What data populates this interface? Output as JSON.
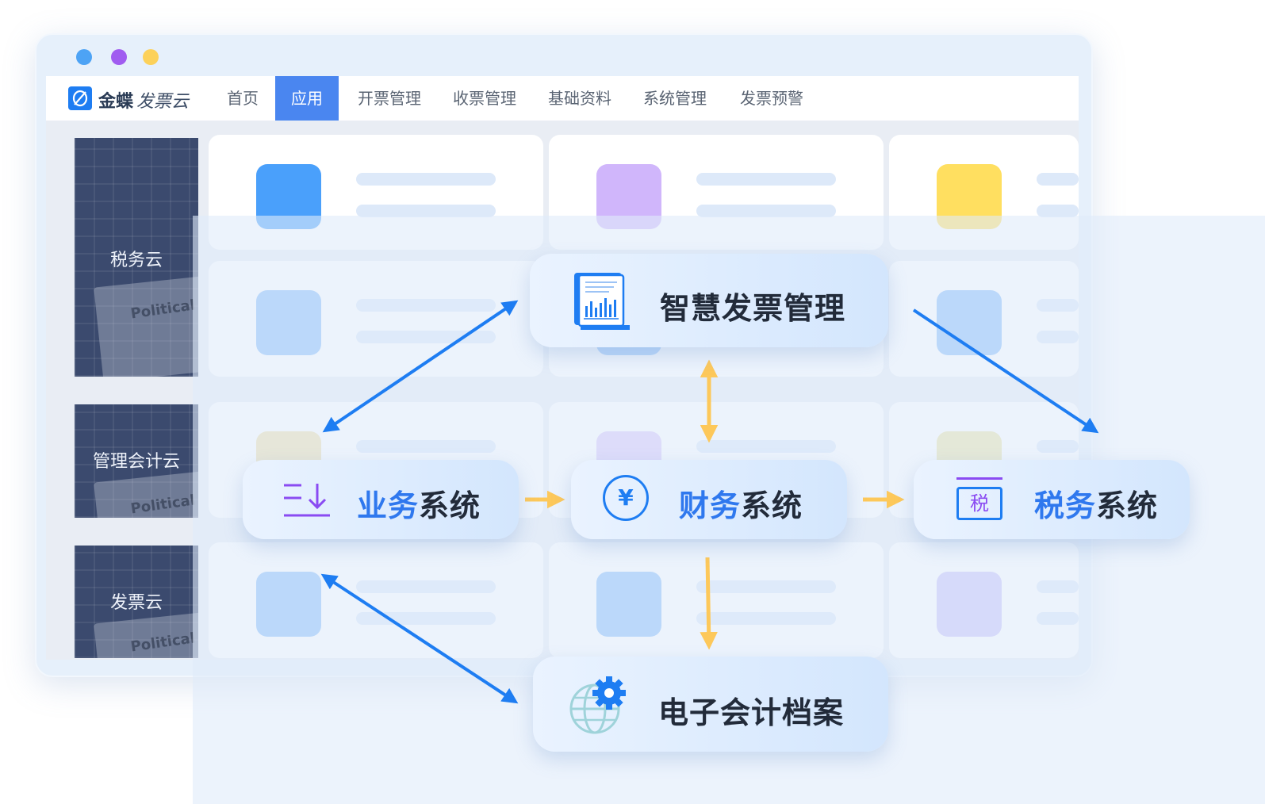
{
  "window": {
    "dots": [
      {
        "name": "window-dot-blue",
        "color": "#4da3f5"
      },
      {
        "name": "window-dot-purple",
        "color": "#a05cf0"
      },
      {
        "name": "window-dot-yellow",
        "color": "#fcd15a"
      }
    ]
  },
  "navbar": {
    "logo_main": "金蝶",
    "logo_sub": "发票云",
    "items": [
      {
        "label": "首页",
        "active": false
      },
      {
        "label": "应用",
        "active": true
      },
      {
        "label": "开票管理",
        "active": false
      },
      {
        "label": "收票管理",
        "active": false
      },
      {
        "label": "基础资料",
        "active": false
      },
      {
        "label": "系统管理",
        "active": false
      },
      {
        "label": "发票预警",
        "active": false
      }
    ]
  },
  "sidebar": {
    "cards": [
      {
        "label": "税务云",
        "paper_text": "Political Risk Ins"
      },
      {
        "label": "管理会计云",
        "paper_text": "Political Risk Ins"
      },
      {
        "label": "发票云",
        "paper_text": "Political Risk Ins"
      }
    ]
  },
  "tile_colors": [
    "#4aa0fb",
    "#d0b6fb",
    "#ffdf60",
    "#86bcfb",
    "#86bcfb",
    "#86bcfb",
    "#f0dfa7",
    "#d9c6fa",
    "#ece3a6",
    "#86bcfb",
    "#86bcfb",
    "#c9c0fa"
  ],
  "diagram": {
    "invoice_mgmt": {
      "label": "智慧发票管理",
      "icon": "invoice-document-icon"
    },
    "business": {
      "label_highlight": "业务",
      "label_rest": "系统",
      "icon": "sort-download-icon"
    },
    "finance": {
      "label_highlight": "财务",
      "label_rest": "系统",
      "icon": "yen-circle-icon",
      "icon_glyph": "¥"
    },
    "tax": {
      "label_highlight": "税务",
      "label_rest": "系统",
      "icon": "tax-box-icon",
      "icon_glyph": "税"
    },
    "archive": {
      "label": "电子会计档案",
      "icon": "globe-gear-icon"
    },
    "colors": {
      "accent_blue": "#1e7df2",
      "arrow_yellow": "#fdc85a",
      "purple": "#8a4bf2"
    }
  }
}
